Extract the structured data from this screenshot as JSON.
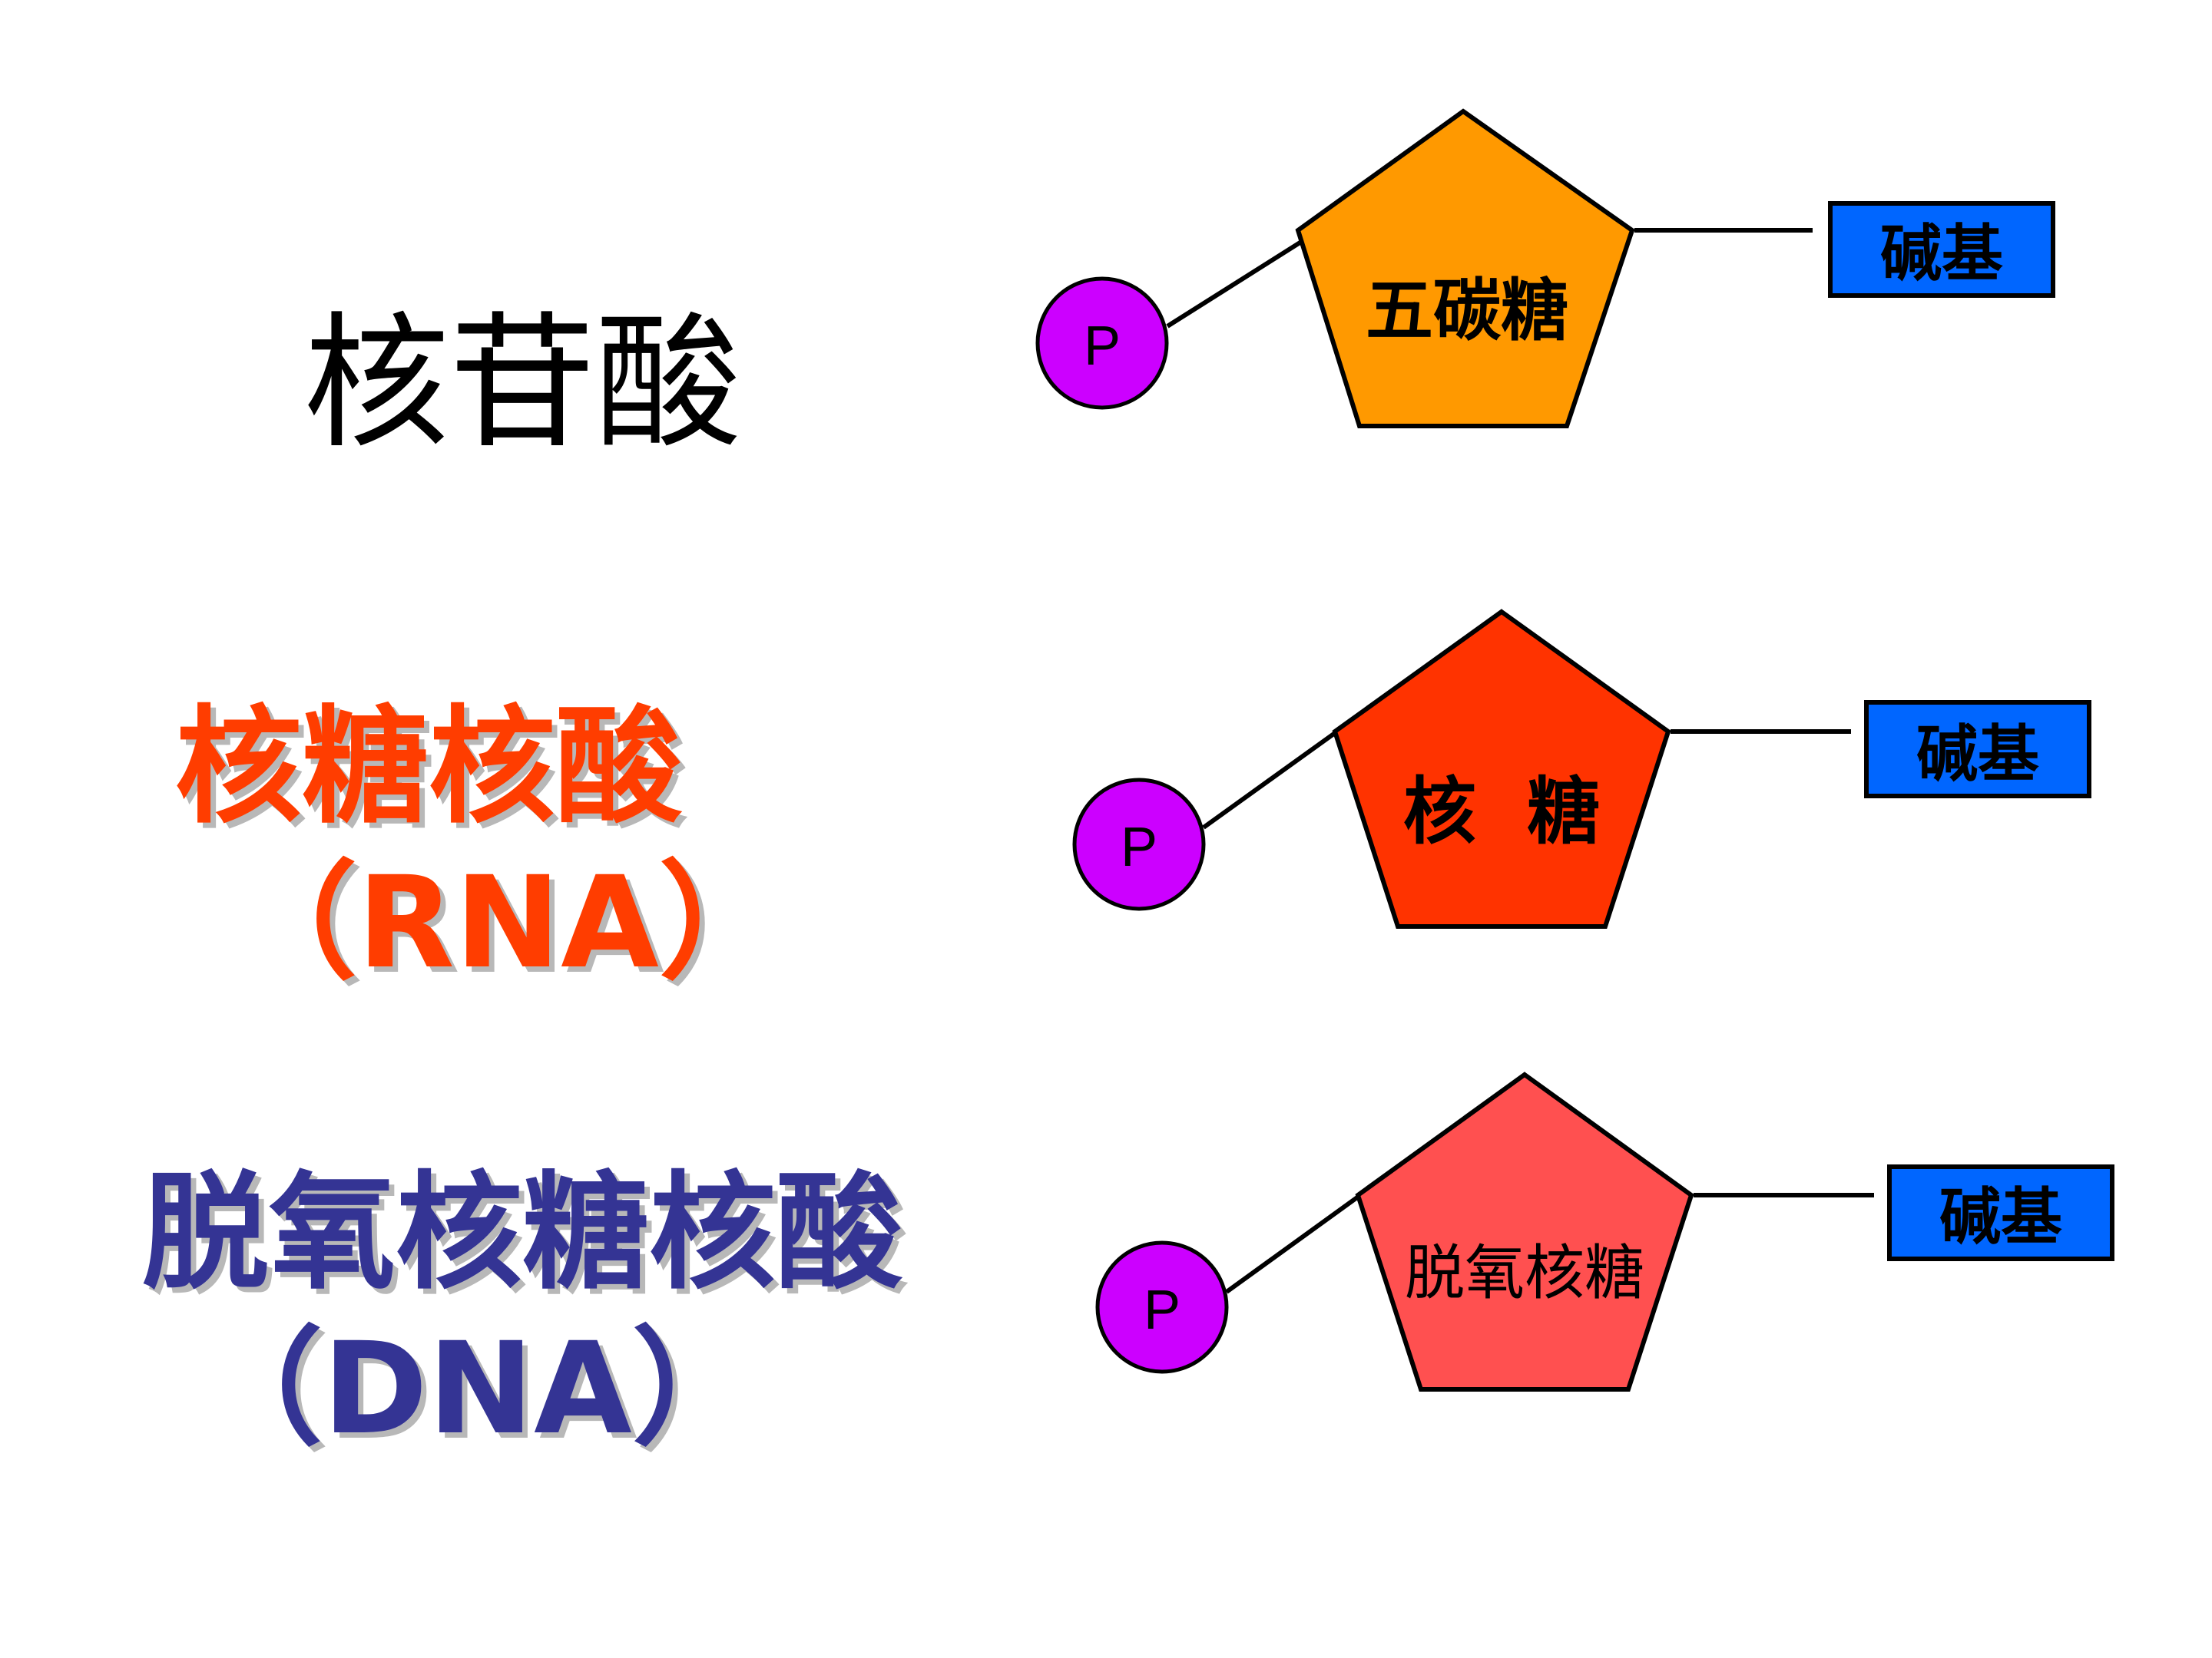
{
  "titles": {
    "nucleotide": "核苷酸",
    "rna": "核糖核酸",
    "rna_abbrev": "（RNA）",
    "dna": "脱氧核糖核酸",
    "dna_abbrev": "（DNA）"
  },
  "diagrams": [
    {
      "phosphate": "P",
      "sugar": "五碳糖",
      "base": "碱基",
      "sugar_color": "#ff9900"
    },
    {
      "phosphate": "P",
      "sugar": "核  糖",
      "base": "碱基",
      "sugar_color": "#ff3300"
    },
    {
      "phosphate": "P",
      "sugar": "脱氧核糖",
      "base": "碱基",
      "sugar_color": "#ff5050"
    }
  ],
  "colors": {
    "phosphate": "#cc00ff",
    "base_box": "#0066ff",
    "rna_text": "#ff3d00",
    "dna_text": "#343494"
  }
}
